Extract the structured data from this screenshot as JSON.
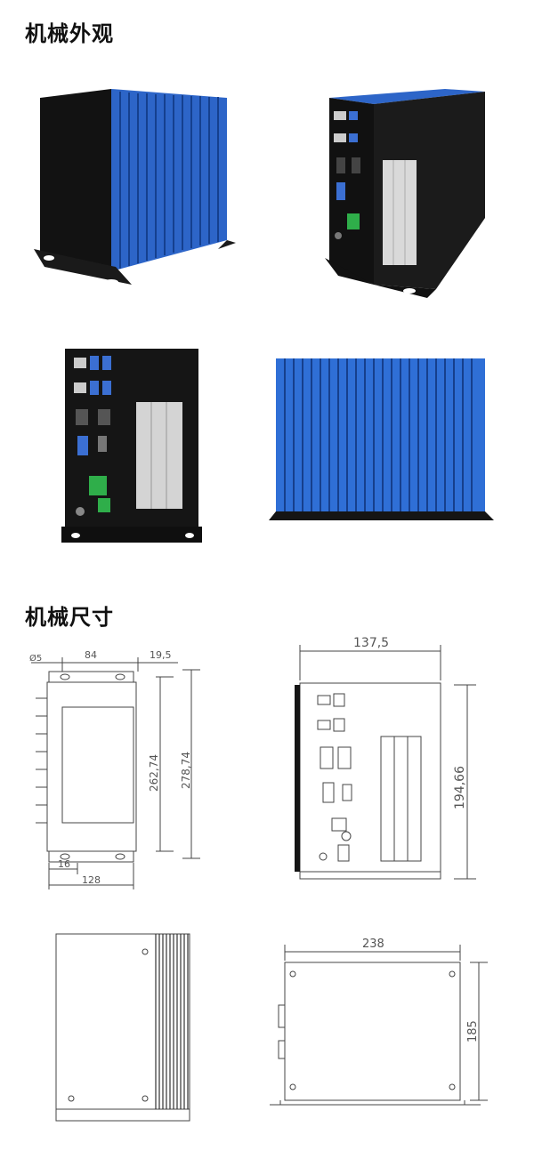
{
  "sections": {
    "appearance_title": "机械外观",
    "dimensions_title": "机械尺寸"
  },
  "photos": [
    {
      "name": "front-side-view"
    },
    {
      "name": "rear-angled-view"
    },
    {
      "name": "rear-panel-view"
    },
    {
      "name": "heatsink-side-view"
    }
  ],
  "dimensions": {
    "side": {
      "hole_diameter": "Ø5",
      "top_spacing": "84",
      "top_offset": "19,5",
      "inner_height": "262,74",
      "outer_height": "278,74",
      "bottom_offset": "16",
      "bottom_width": "128"
    },
    "rear": {
      "width": "137,5",
      "height": "194,66"
    },
    "front": {
      "width": "238",
      "height": "185"
    }
  },
  "colors": {
    "fin_blue": "#2f6fd6",
    "body_black": "#151515",
    "line": "#444444"
  }
}
